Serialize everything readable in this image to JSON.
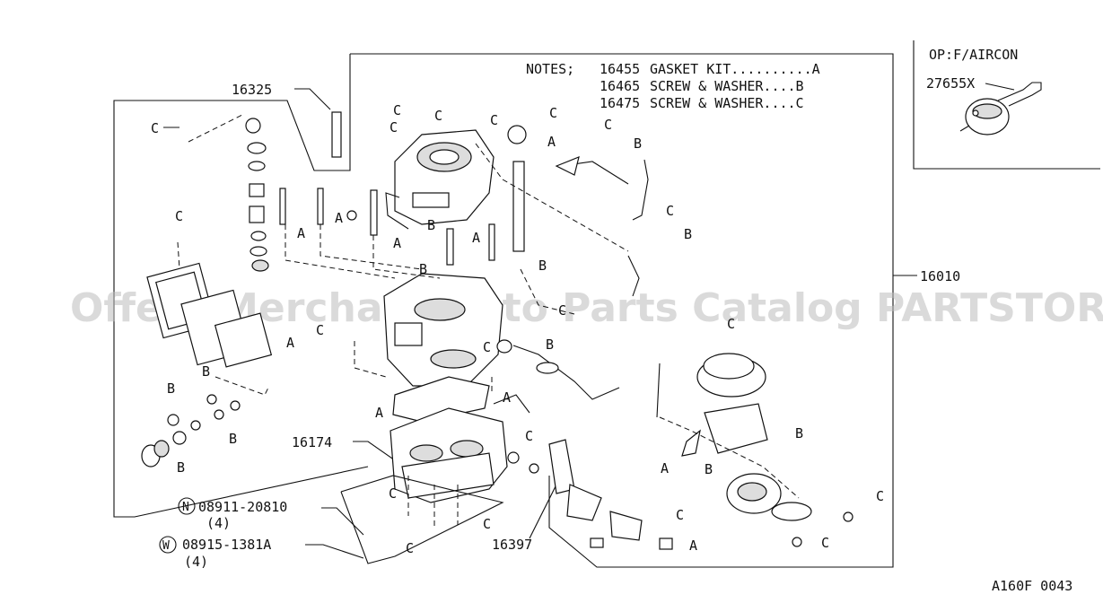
{
  "notes": {
    "title": "NOTES;",
    "lines": [
      {
        "code": "16455",
        "desc": "GASKET KIT..........A"
      },
      {
        "code": "16465",
        "desc": "SCREW & WASHER....B"
      },
      {
        "code": "16475",
        "desc": "SCREW & WASHER....C"
      }
    ]
  },
  "option": {
    "title": "OP:F/AIRCON",
    "part": "27655X"
  },
  "parts": {
    "p16325": "16325",
    "p16010": "16010",
    "p16174": "16174",
    "p16397": "16397",
    "n_code": "08911-20810",
    "n_qty": "(4)",
    "n_mark": "N",
    "w_code": "08915-1381A",
    "w_qty": "(4)",
    "w_mark": "W"
  },
  "letters": {
    "a": "A",
    "b": "B",
    "c": "C"
  },
  "watermark": "Offers Merchant Auto Parts Catalog PARTSTORE.SA",
  "diagram_code": "A160F 0043"
}
